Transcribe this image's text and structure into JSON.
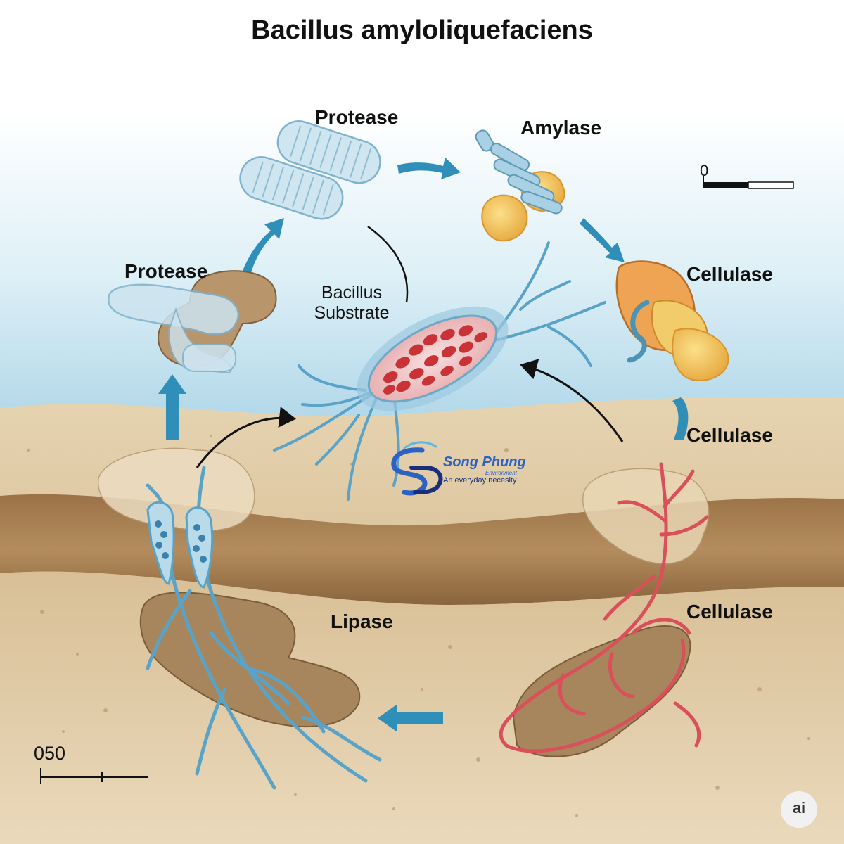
{
  "title": "Bacillus amyloliquefaciens",
  "labels": {
    "protease_top": "Protease",
    "amylase": "Amylase",
    "protease_left": "Protease",
    "cellulase_1": "Cellulase",
    "cellulase_2": "Cellulase",
    "cellulase_3": "Cellulase",
    "lipase": "Lipase",
    "substrate_line1": "Bacillus",
    "substrate_line2": "Substrate"
  },
  "scalebar_top": {
    "label": "0"
  },
  "scalebar_bottom": {
    "label": "050"
  },
  "logo": {
    "name": "Song Phung",
    "subtitle": "Environment",
    "tagline": "An everyday necesity"
  },
  "badge": {
    "text": "ai"
  },
  "colors": {
    "arrow_blue": "#2f8fb8",
    "water_blue": "#bfe0ee",
    "soil_tan": "#d9c29b",
    "soil_dark": "#8f6a43",
    "hyphae_blue": "#5aa3c8",
    "hyphae_red": "#d9505a",
    "cell_red": "#c93236",
    "enzyme_orange": "#e9a640"
  }
}
